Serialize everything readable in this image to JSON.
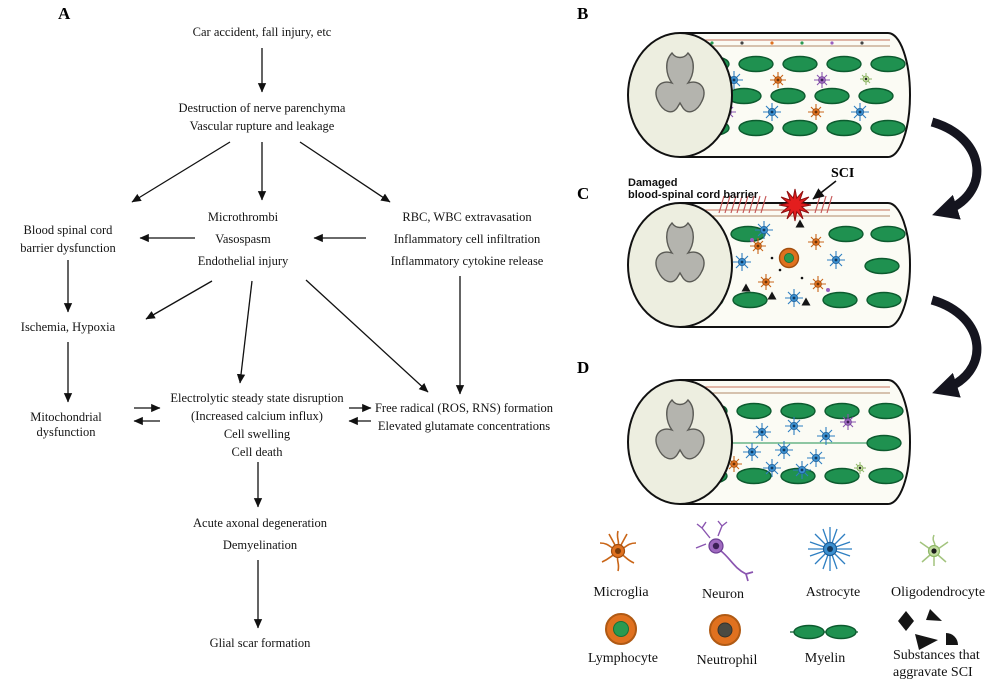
{
  "colors": {
    "myelin_green": "#1f9150",
    "myelin_stroke": "#0c5a2e",
    "microglia_orange": "#e0711f",
    "astrocyte_blue": "#3a8fd0",
    "neuron_purple": "#a06ac0",
    "oligodendrocyte_green": "#c2dca0",
    "lymphocyte_core_green": "#2a9a50",
    "neutrophil_core_gray": "#4a4a42",
    "sci_star_red": "#e31e1e",
    "arrow_black": "#111111",
    "cord_cross_section": "#edeee0",
    "gray_matter": "#b4b4ae"
  },
  "panels": {
    "a_label": "A",
    "b_label": "B",
    "c_label": "C",
    "d_label": "D"
  },
  "flowchart": {
    "cause": "Car accident, fall injury, etc",
    "destruction_l1": "Destruction of nerve parenchyma",
    "destruction_l2": "Vascular rupture and leakage",
    "bscb_l1": "Blood spinal cord",
    "bscb_l2": "barrier dysfunction",
    "microthrombi_l1": "Microthrombi",
    "microthrombi_l2": "Vasospasm",
    "microthrombi_l3": "Endothelial injury",
    "extravasation_l1": "RBC, WBC extravasation",
    "extravasation_l2": "Inflammatory cell infiltration",
    "extravasation_l3": "Inflammatory cytokine release",
    "ischemia": "Ischemia, Hypoxia",
    "mitochondrial": "Mitochondrial dysfunction",
    "electrolytic_l1": "Electrolytic steady state disruption",
    "electrolytic_l2": "(Increased calcium influx)",
    "electrolytic_l3": "Cell swelling",
    "electrolytic_l4": "Cell death",
    "freeradical_l1": "Free radical (ROS, RNS) formation",
    "freeradical_l2": "Elevated glutamate concentrations",
    "axonal_l1": "Acute axonal degeneration",
    "axonal_l2": "Demyelination",
    "glial": "Glial scar formation"
  },
  "panel_c": {
    "damaged_l1": "Damaged",
    "damaged_l2": "blood-spinal cord barrier",
    "sci": "SCI"
  },
  "legend": {
    "microglia": "Microglia",
    "neuron": "Neuron",
    "astrocyte": "Astrocyte",
    "oligodendrocyte": "Oligodendrocyte",
    "lymphocyte": "Lymphocyte",
    "neutrophil": "Neutrophil",
    "myelin": "Myelin",
    "substances_l1": "Substances that",
    "substances_l2": "aggravate SCI"
  }
}
